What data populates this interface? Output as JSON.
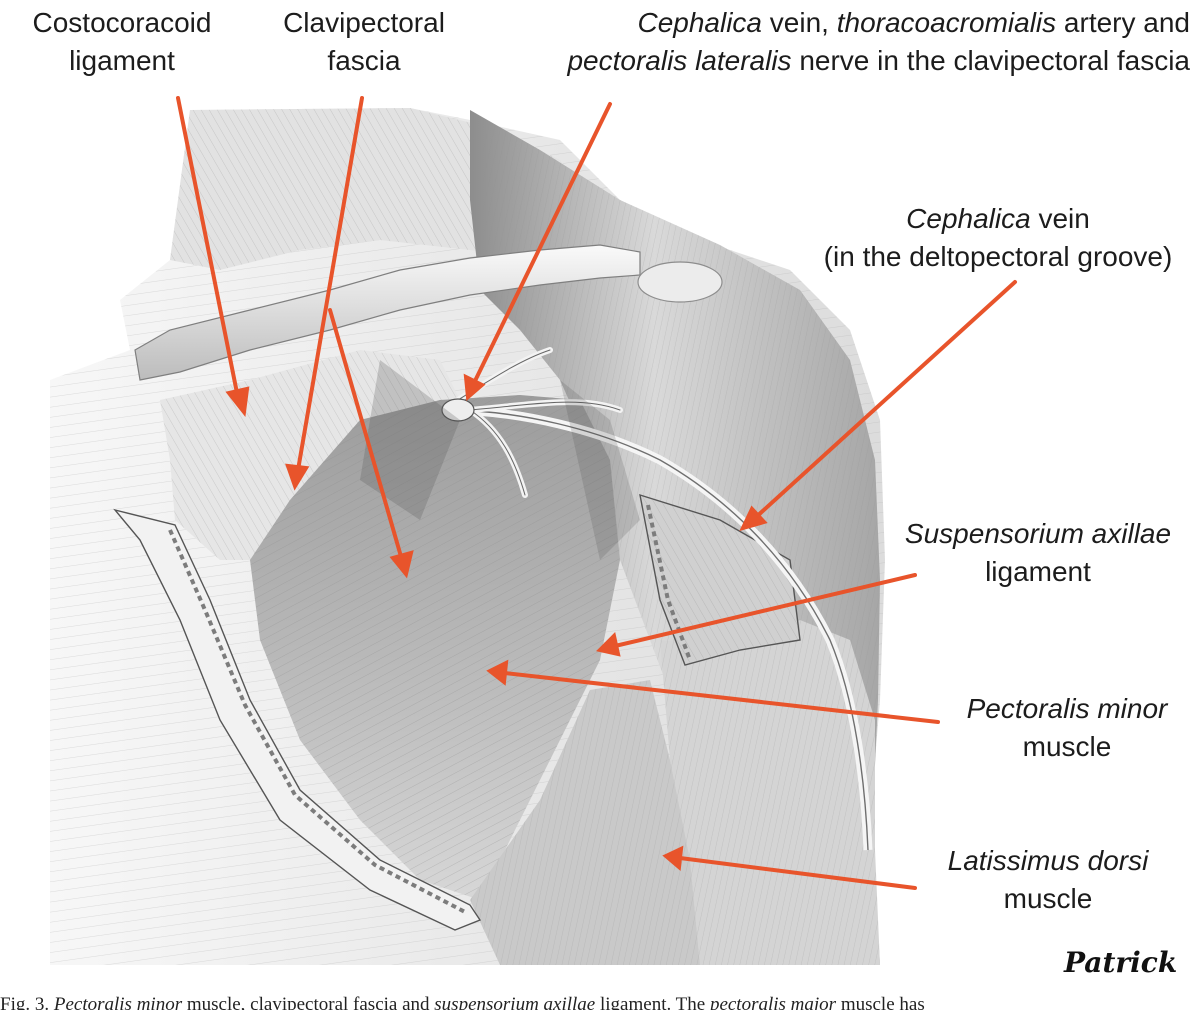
{
  "labels": {
    "costocoracoid": {
      "line1": "Costocoracoid",
      "line2": "ligament"
    },
    "clavipectoral": {
      "line1": "Clavipectoral",
      "line2": "fascia"
    },
    "cephalica_top": {
      "l1_italic_a": "Cephalica",
      "l1_text_a": " vein, ",
      "l1_italic_b": "thoracoacromialis",
      "l1_text_b": " artery and",
      "l2_italic_a": "pectoralis lateralis",
      "l2_text_a": " nerve in the clavipectoral fascia"
    },
    "cephalica_groove": {
      "l1_italic": "Cephalica",
      "l1_text": " vein",
      "line2": "(in the deltopectoral groove)"
    },
    "suspensorium": {
      "l1_italic": "Suspensorium axillae",
      "line2": "ligament"
    },
    "pectoralis_minor": {
      "l1_italic": "Pectoralis minor",
      "line2": "muscle"
    },
    "latissimus": {
      "l1_italic": "Latissimus dorsi",
      "line2": "muscle"
    }
  },
  "caption": {
    "t1": "Fig. 3. ",
    "i1": "Pectoralis minor",
    "t2": " muscle, clavipectoral fascia and ",
    "i2": "suspensorium axillae",
    "t3": " ligament. The ",
    "i3": "pectoralis major",
    "t4": " muscle has"
  },
  "signature": "Patrick",
  "colors": {
    "arrow": "#e8542b",
    "text": "#1c1c1c",
    "muscle_light": "#ececec",
    "muscle_mid": "#bdbdbd",
    "muscle_dark": "#6e6e6e"
  }
}
